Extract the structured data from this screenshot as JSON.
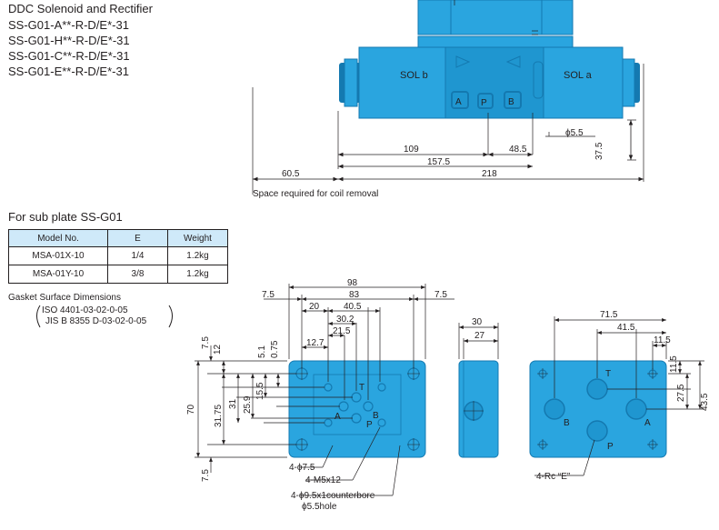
{
  "header": {
    "title": "DDC Solenoid and Rectifier",
    "models": [
      "SS-G01-A**-R-D/E*-31",
      "SS-G01-H**-R-D/E*-31",
      "SS-G01-C**-R-D/E*-31",
      "SS-G01-E**-R-D/E*-31"
    ]
  },
  "valve": {
    "sol_b": "SOL b",
    "sol_a": "SOL a",
    "port_a": "A",
    "port_p": "P",
    "port_b": "B",
    "dim_phi55": "ϕ5.5",
    "dim_109": "109",
    "dim_485": "48.5",
    "dim_375": "37.5",
    "dim_1575": "157.5",
    "dim_605": "60.5",
    "dim_218": "218",
    "coil_note": "Space required for coil removal"
  },
  "subplate": {
    "title": "For sub plate SS-G01",
    "table": {
      "headers": [
        "Model No.",
        "E",
        "Weight"
      ],
      "rows": [
        [
          "MSA-01X-10",
          "1/4",
          "1.2kg"
        ],
        [
          "MSA-01Y-10",
          "3/8",
          "1.2kg"
        ]
      ]
    },
    "gasket_title": "Gasket Surface Dimensions",
    "iso": "ISO 4401-03-02-0-05",
    "jis": "JIS B 8355 D-03-02-0-05"
  },
  "front": {
    "d98": "98",
    "d75a": "7.5",
    "d83": "83",
    "d75b": "7.5",
    "d20": "20",
    "d405": "40.5",
    "d302": "30.2",
    "d215": "21.5",
    "d127": "12.7",
    "d51": "5.1",
    "d075": "0.75",
    "d75l": "7.5",
    "d12": "12",
    "d70": "70",
    "d3175": "31.75",
    "d31": "31",
    "d259": "25.9",
    "d155": "15.5",
    "d75bot": "7.5",
    "lbl_a": "A",
    "lbl_b": "B",
    "lbl_p": "P",
    "lbl_t": "T",
    "n1": "4-ϕ7.5",
    "n2": "4-M5x12",
    "n3": "4-ϕ9.5x1counterbore",
    "n4": "ϕ5.5hole"
  },
  "side": {
    "d30": "30",
    "d27": "27"
  },
  "rear": {
    "d715": "71.5",
    "d415": "41.5",
    "d115a": "11.5",
    "d115b": "11.5",
    "d275": "27.5",
    "d435": "43.5",
    "lbl_t": "T",
    "lbl_b": "B",
    "lbl_a": "A",
    "lbl_p": "P",
    "note": "4-Rc “E”"
  },
  "colors": {
    "body": "#2aa5df",
    "dark": "#1479b0",
    "header": "#cfe9f9",
    "line": "#231f20"
  }
}
